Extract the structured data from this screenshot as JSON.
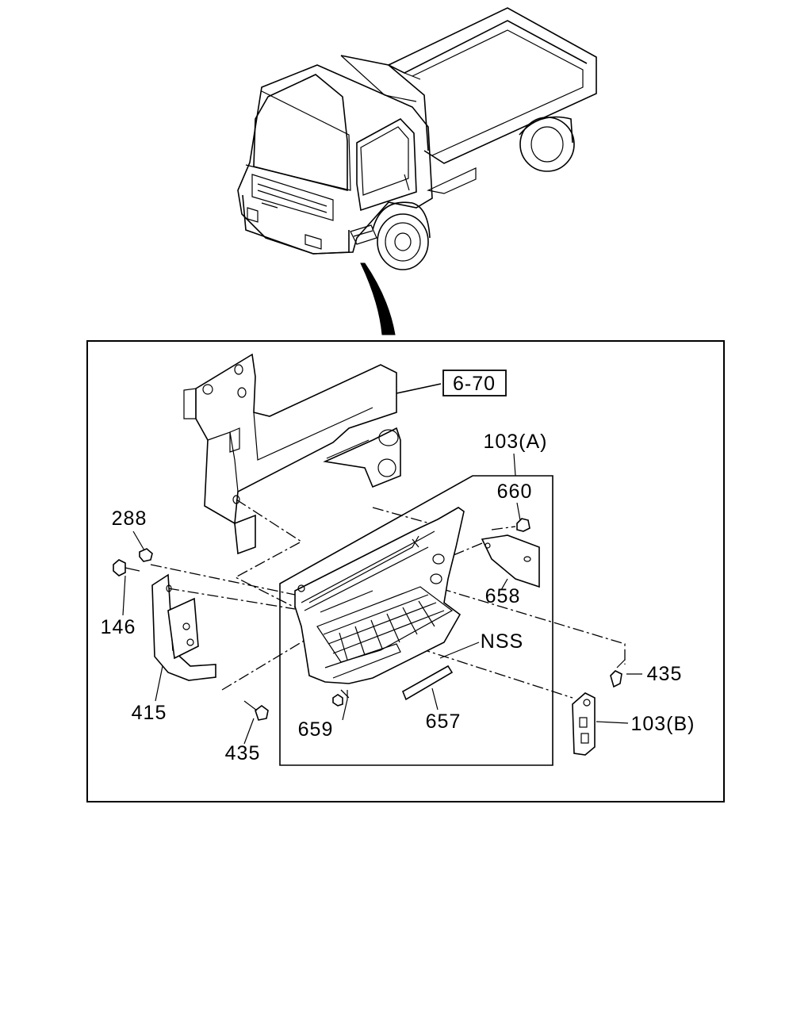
{
  "diagram": {
    "callouts": [
      {
        "id": "ref_6_70",
        "text": "6-70"
      },
      {
        "id": "p103a",
        "text": "103(A)"
      },
      {
        "id": "p660",
        "text": "660"
      },
      {
        "id": "p288",
        "text": "288"
      },
      {
        "id": "p658",
        "text": "658"
      },
      {
        "id": "p146",
        "text": "146"
      },
      {
        "id": "pNSS",
        "text": "NSS"
      },
      {
        "id": "p435a",
        "text": "435"
      },
      {
        "id": "p415",
        "text": "415"
      },
      {
        "id": "p103b",
        "text": "103(B)"
      },
      {
        "id": "p659",
        "text": "659"
      },
      {
        "id": "p657",
        "text": "657"
      },
      {
        "id": "p435b",
        "text": "435"
      }
    ]
  }
}
